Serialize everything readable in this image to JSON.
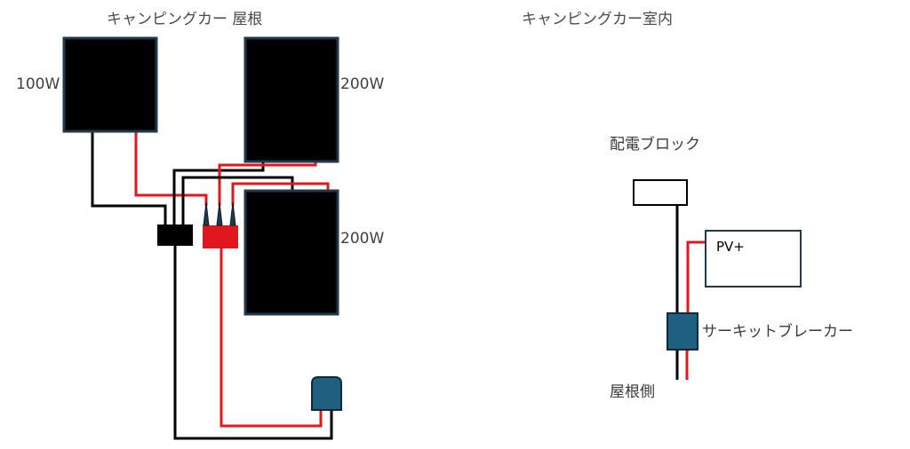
{
  "roof": {
    "title": "キャンピングカー 屋根",
    "panels": [
      {
        "id": "panel-1",
        "watt": "100W"
      },
      {
        "id": "panel-2",
        "watt": "200W"
      },
      {
        "id": "panel-3",
        "watt": "200W"
      }
    ]
  },
  "interior": {
    "title": "キャンピングカー室内",
    "distribution_block": "配電ブロック",
    "pv_positive": "PV+",
    "circuit_breaker": "サーキットブレーカー",
    "roof_side": "屋根側"
  },
  "colors": {
    "panel": "#000000",
    "panel_border": "#1f3a4d",
    "positive_wire": "#e0171c",
    "negative_wire": "#000000",
    "connector_negative": "#000000",
    "connector_positive": "#e0171c",
    "junction_box": "#1f5f80",
    "breaker": "#1f5f80"
  }
}
